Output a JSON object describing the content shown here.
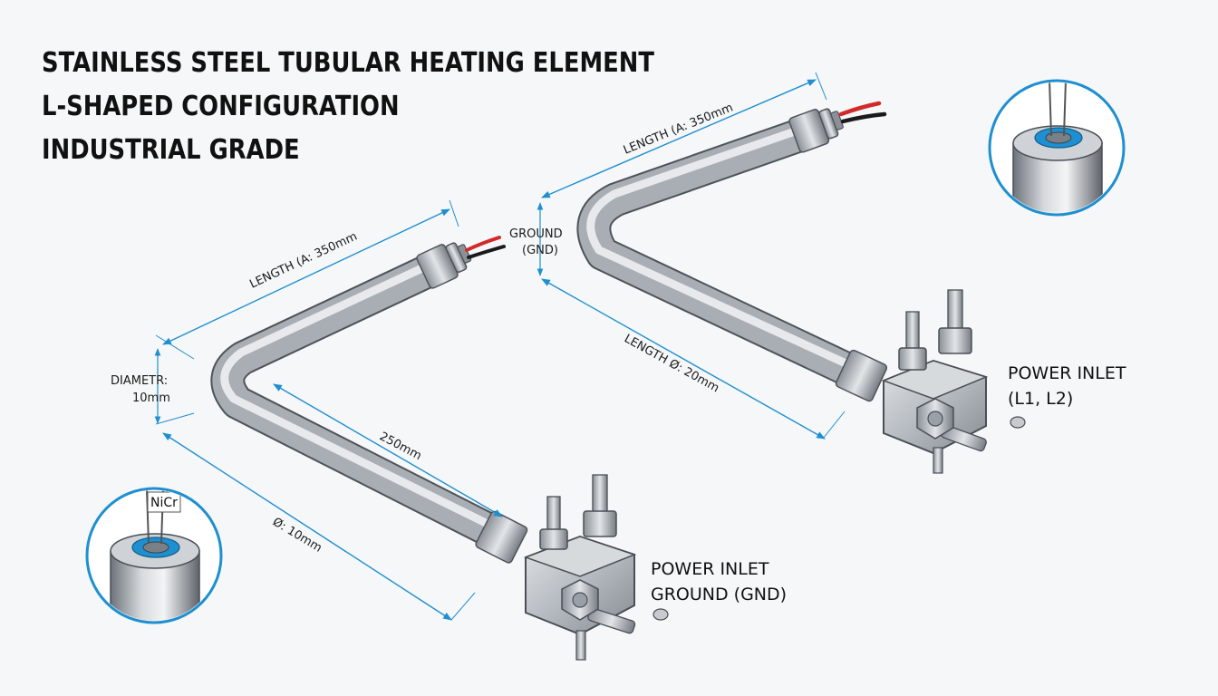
{
  "title": {
    "line1": "STAINLESS STEEL TUBULAR HEATING ELEMENT",
    "line2": "L-SHAPED CONFIGURATION",
    "line3": "INDUSTRIAL GRADE"
  },
  "left_element": {
    "length_a": "LENGTH (A: 350mm",
    "diameter_line1": "DIAMETR:",
    "diameter_line2": "10mm",
    "length_b": "250mm",
    "diameter_b": "Ø: 10mm",
    "power_inlet_line1": "POWER INLET",
    "power_inlet_line2": "GROUND (GND)",
    "detail_label": "NiCr"
  },
  "right_element": {
    "length_a": "LENGTH (A: 350mm",
    "ground_line1": "GROUND",
    "ground_line2": "(GND)",
    "length_b": "LENGTH Ø: 20mm",
    "power_inlet_line1": "POWER INLET",
    "power_inlet_line2": "(L1, L2)"
  },
  "colors": {
    "dimension_line": "#1e8fd0",
    "steel_light": "#e3e6ea",
    "steel_dark": "#7b8189",
    "wire_red": "#d22a2a",
    "wire_black": "#1b1b1b",
    "detail_ring": "#1e8fd0"
  }
}
